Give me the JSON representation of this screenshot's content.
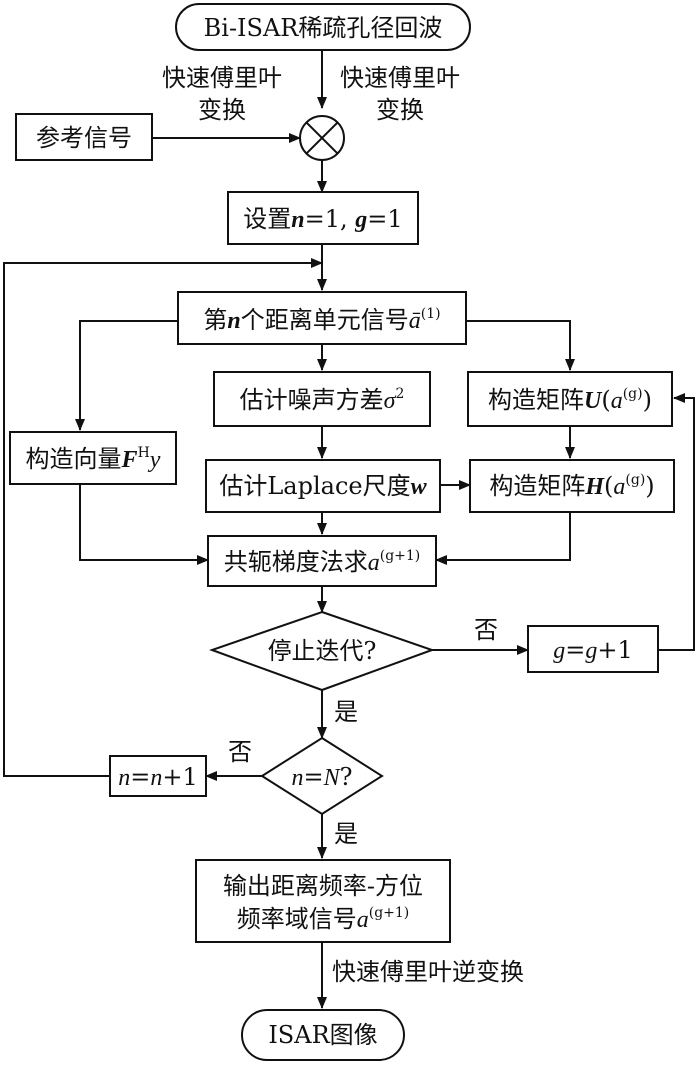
{
  "nodes": {
    "start": "Bi-ISAR稀疏孔径回波",
    "reference_signal": "参考信号",
    "fft_left_line1": "快速傅里叶",
    "fft_left_line2": "变换",
    "fft_right_line1": "快速傅里叶",
    "fft_right_line2": "变换",
    "init_prefix": "设置",
    "init_n": "n",
    "init_eq1": "=1, ",
    "init_g": "g",
    "init_eq2": "=1",
    "range_cell_prefix": "第",
    "range_cell_n": "n",
    "range_cell_text": "个距离单元信号",
    "range_cell_a": "ā",
    "range_cell_sup": "(1)",
    "noise_var_text": "估计噪声方差",
    "noise_var_sigma": "σ",
    "noise_var_sup": "2",
    "construct_u_text": "构造矩阵",
    "construct_u_U": "U",
    "construct_u_open": "(",
    "construct_u_a": "a",
    "construct_u_sup": "(g)",
    "construct_u_close": ")",
    "construct_vec_text": "构造向量",
    "construct_vec_F": "F",
    "construct_vec_sup": "H",
    "construct_vec_y": "y",
    "laplace_text": "估计Laplace尺度",
    "laplace_w": "w",
    "construct_h_text": "构造矩阵",
    "construct_h_H": "H",
    "construct_h_open": "(",
    "construct_h_a": "a",
    "construct_h_sup": "(g)",
    "construct_h_close": ")",
    "cg_text": "共轭梯度法求",
    "cg_a": "a",
    "cg_sup": "(g+1)",
    "stop_decision": "停止迭代?",
    "g_update_g1": "g",
    "g_update_eq": "=",
    "g_update_g2": "g",
    "g_update_plus": "+1",
    "n_update_n1": "n",
    "n_update_eq": "=",
    "n_update_n2": "n",
    "n_update_plus": "+1",
    "n_decision_n": "n",
    "n_decision_eq": "=",
    "n_decision_N": "N",
    "n_decision_q": "?",
    "output_line1": "输出距离频率-方位",
    "output_line2": "频率域信号",
    "output_a": "a",
    "output_sup": "(g+1)",
    "end": "ISAR图像"
  },
  "edge_labels": {
    "stop_no": "否",
    "stop_yes": "是",
    "n_no": "否",
    "n_yes": "是",
    "ifft": "快速傅里叶逆变换"
  }
}
